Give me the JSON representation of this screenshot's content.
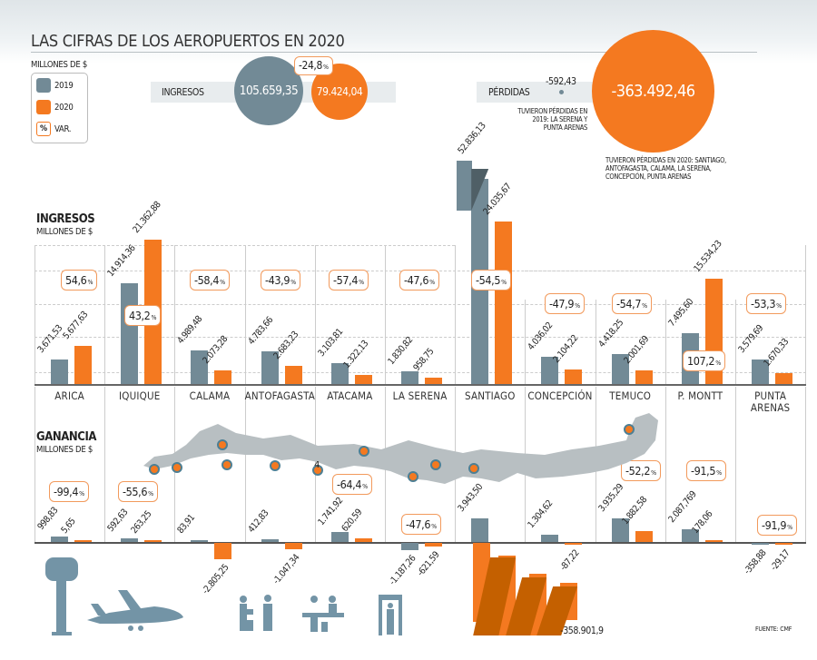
{
  "header": {
    "title": "LAS CIFRAS DE LOS AEROPUERTOS EN 2020",
    "units": "MILLONES DE $"
  },
  "legend": {
    "items": [
      {
        "label": "2019",
        "color": "#728a96"
      },
      {
        "label": "2020",
        "color": "#f47920"
      },
      {
        "label": "VAR.",
        "symbol": "%"
      }
    ]
  },
  "summary": {
    "ingresos": {
      "label": "INGRESOS",
      "v2019": "105.659,35",
      "v2020": "79.424,04",
      "var": "-24,8"
    },
    "perdidas": {
      "label": "PÉRDIDAS",
      "v2019": "-592,43",
      "v2020": "-363.492,46",
      "note2019": "TUVIERON PÉRDIDAS EN 2019: LA SERENA Y PUNTA ARENAS",
      "note2020": "TUVIERON PÉRDIDAS EN 2020: SANTIAGO, ANTOFAGASTA, CALAMA, LA SERENA, CONCEPCIÓN, PUNTA ARENAS"
    }
  },
  "colors": {
    "y2019": "#728a96",
    "y2020": "#f47920",
    "santiago_dark": "#4f5f66",
    "loss_dark": "#c46000",
    "map": "#b8bfc2",
    "pct_border": "#f29a5c"
  },
  "chart_data": [
    {
      "type": "bar",
      "title": "INGRESOS",
      "subtitle": "MILLONES DE $",
      "categories": [
        "ARICA",
        "IQUIQUE",
        "CALAMA",
        "ANTOFAGASTA",
        "ATACAMA",
        "LA SERENA",
        "SANTIAGO",
        "CONCEPCIÓN",
        "TEMUCO",
        "P. MONTT",
        "PUNTA ARENAS"
      ],
      "series": [
        {
          "name": "2019",
          "values": [
            3671.53,
            14914.36,
            4989.48,
            4783.66,
            3103.81,
            1830.82,
            52836.13,
            4036.02,
            4418.25,
            7495.6,
            3579.69
          ],
          "labels": [
            "3.671,53",
            "14.914,36",
            "4.989,48",
            "4.783,66",
            "3.103,81",
            "1.830,82",
            "52.836,13",
            "4.036,02",
            "4.418,25",
            "7.495,60",
            "3.579,69"
          ]
        },
        {
          "name": "2020",
          "values": [
            5677.63,
            21362.88,
            2073.28,
            2683.23,
            1322.13,
            958.75,
            24035.67,
            2104.22,
            2001.69,
            15534.23,
            1670.33
          ],
          "labels": [
            "5.677,63",
            "21.362,88",
            "2.073,28",
            "2.683,23",
            "1.322,13",
            "958,75",
            "24.035,67",
            "2.104,22",
            "2.001,69",
            "15.534,23",
            "1.670,33"
          ]
        }
      ],
      "variation_pct": [
        "54,6",
        "43,2",
        "-58,4",
        "-43,9",
        "-57,4",
        "-47,6",
        "-54,5",
        "-47,9",
        "-54,7",
        "107,2",
        "-53,3"
      ],
      "grid": true,
      "note": "Santiago 2019 bar is broken (truncated)"
    },
    {
      "type": "bar",
      "title": "GANANCIA",
      "subtitle": "MILLONES DE $",
      "categories": [
        "ARICA",
        "IQUIQUE",
        "CALAMA",
        "ANTOFAGASTA",
        "ATACAMA",
        "LA SERENA",
        "SANTIAGO",
        "CONCEPCIÓN",
        "TEMUCO",
        "P. MONTT",
        "PUNTA ARENAS"
      ],
      "series": [
        {
          "name": "2019",
          "values": [
            998.83,
            592.63,
            83.91,
            412.83,
            1741.92,
            -1187.26,
            3943.5,
            1304.62,
            3935.29,
            2087.769,
            -358.88
          ],
          "labels": [
            "998,83",
            "592,63",
            "83,91",
            "412,83",
            "1.741,92",
            "-1.187,26",
            "3.943,50",
            "1.304,62",
            "3.935,29",
            "2.087,769",
            "-358,88"
          ]
        },
        {
          "name": "2020",
          "values": [
            5.65,
            263.25,
            -2805.25,
            -1047.34,
            620.59,
            -621.59,
            -358901.9,
            -87.22,
            1882.58,
            178.06,
            -29.17
          ],
          "labels": [
            "5,65",
            "263,25",
            "-2.805,25",
            "-1.047,34",
            "620,59",
            "-621,59",
            "-358.901,9",
            "-87,22",
            "1.882,58",
            "178,06",
            "-29,17"
          ]
        }
      ],
      "variation_pct": [
        "-99,4",
        "-55,6",
        null,
        null,
        "-64,4",
        "-47,6",
        null,
        null,
        "-52,2",
        "-91,5",
        "-91,9"
      ],
      "note": "Santiago 2020 loss bar is broken (zigzag truncation)"
    }
  ],
  "map": {
    "stray_label": "4"
  },
  "footer": {
    "source": "FUENTE: CMF"
  }
}
